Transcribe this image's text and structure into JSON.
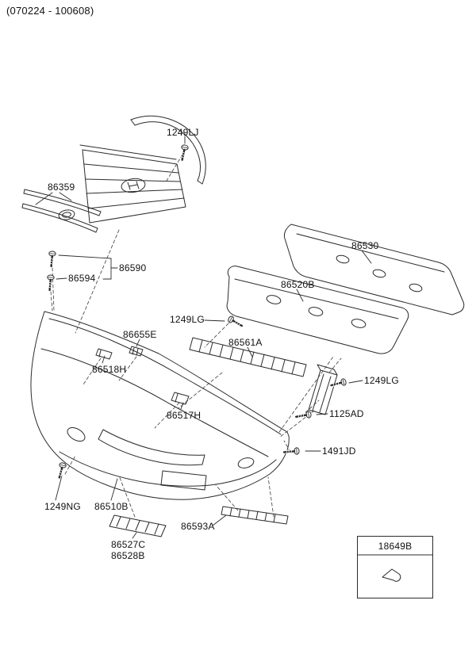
{
  "header": {
    "code": "(070224 - 100608)"
  },
  "labels": {
    "p1249lj": "1249LJ",
    "p86359": "86359",
    "p86590": "86590",
    "p86594": "86594",
    "p86530": "86530",
    "p86520b": "86520B",
    "p1249lg_a": "1249LG",
    "p86655e": "86655E",
    "p86561a": "86561A",
    "p86518h": "86518H",
    "p1249lg_b": "1249LG",
    "p1125ad": "1125AD",
    "p86517h": "86517H",
    "p1491jd": "1491JD",
    "p1249ng": "1249NG",
    "p86510b": "86510B",
    "p86593a": "86593A",
    "p86527c": "86527C",
    "p86528b": "86528B"
  },
  "inset": {
    "label": "18649B"
  },
  "colors": {
    "line": "#2b2b2b",
    "text": "#111111",
    "background": "#ffffff"
  }
}
